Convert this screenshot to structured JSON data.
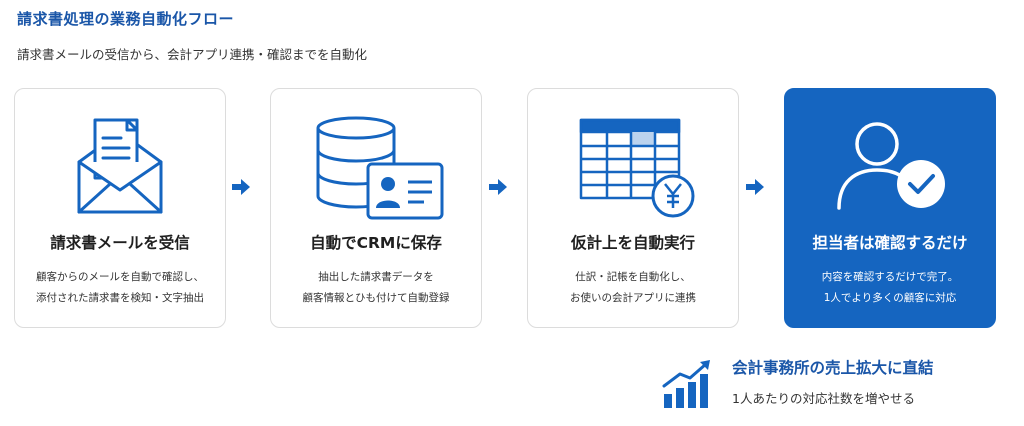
{
  "header": {
    "title": "請求書処理の業務自動化フロー",
    "subtitle": "請求書メールの受信から、会計アプリ連携・確認までを自動化"
  },
  "steps": [
    {
      "icon": "envelope-document-icon",
      "title": "請求書メールを受信",
      "desc_line1": "顧客からのメールを自動で確認し、",
      "desc_line2": "添付された請求書を検知・文字抽出"
    },
    {
      "icon": "database-id-card-icon",
      "title": "自動でCRMに保存",
      "desc_line1": "抽出した請求書データを",
      "desc_line2": "顧客情報とひも付けて自動登録"
    },
    {
      "icon": "spreadsheet-yen-icon",
      "title": "仮計上を自動実行",
      "desc_line1": "仕訳・記帳を自動化し、",
      "desc_line2": "お使いの会計アプリに連携"
    },
    {
      "icon": "user-check-icon",
      "title": "担当者は確認するだけ",
      "desc_line1": "内容を確認するだけで完了。",
      "desc_line2": "1人でより多くの顧客に対応"
    }
  ],
  "footer": {
    "icon": "growth-chart-icon",
    "title": "会計事務所の売上拡大に直結",
    "subtitle": "1人あたりの対応社数を増やせる"
  },
  "colors": {
    "accent": "#1565c0",
    "title_blue": "#1a56a8",
    "card_border": "#dcdcdc"
  }
}
